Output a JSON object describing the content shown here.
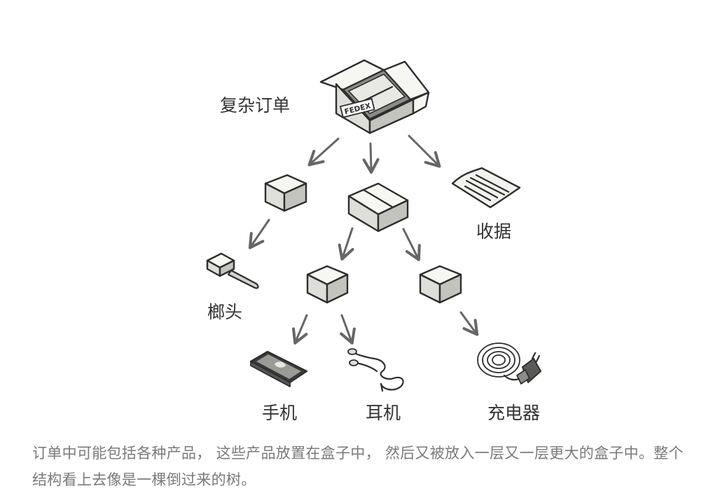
{
  "diagram": {
    "nodes": {
      "root": "复杂订单",
      "receipt": "收据",
      "hammer": "榔头",
      "phone": "手机",
      "earphones": "耳机",
      "charger": "充电器"
    },
    "box_stamp": "FEDEX"
  },
  "caption": "订单中可能包括各种产品， 这些产品放置在盒子中， 然后又被放入一层又一层更大的盒子中。整个结构看上去像是一棵倒过来的树。"
}
